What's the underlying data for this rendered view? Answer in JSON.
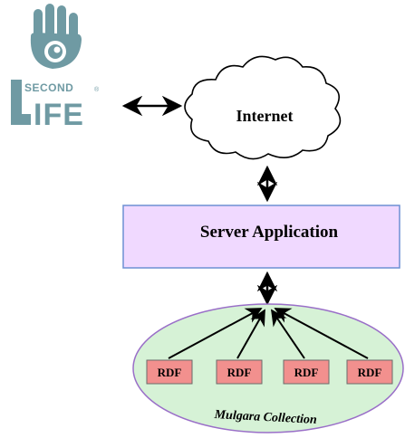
{
  "logo": {
    "line1": "SECOND",
    "line2": "LIFE",
    "mark": "®",
    "hand_icon": "hand-eye-icon",
    "color": "#6f9aa3"
  },
  "internet": {
    "label": "Internet"
  },
  "server": {
    "label": "Server Application",
    "fill": "#f0d9ff",
    "border": "#6d8fd4"
  },
  "collection": {
    "label": "Mulgara Collection",
    "fill": "#d6f2d6",
    "border": "#9a6fc8",
    "rdf_fill": "#f2908e",
    "items": [
      "RDF",
      "RDF",
      "RDF",
      "RDF"
    ]
  }
}
